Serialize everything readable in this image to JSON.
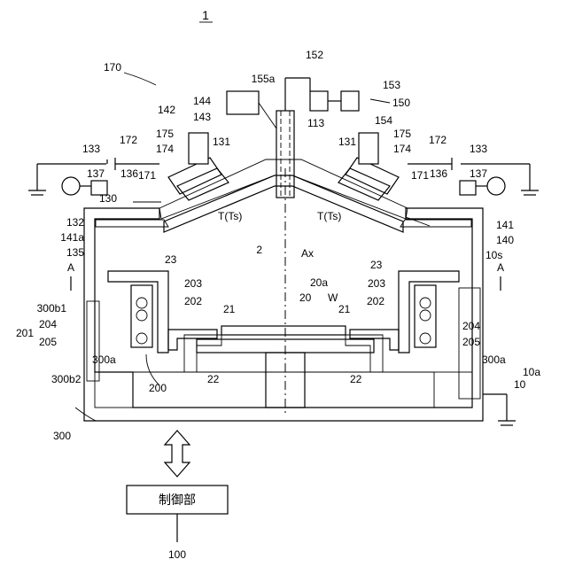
{
  "figure": {
    "number": "1",
    "controller_label": "制御部",
    "labels": [
      {
        "id": "l170",
        "text": "170"
      },
      {
        "id": "l152",
        "text": "152"
      },
      {
        "id": "l155a",
        "text": "155a"
      },
      {
        "id": "l153",
        "text": "153"
      },
      {
        "id": "l150",
        "text": "150"
      },
      {
        "id": "l144",
        "text": "144"
      },
      {
        "id": "l142",
        "text": "142"
      },
      {
        "id": "l143",
        "text": "143"
      },
      {
        "id": "l113",
        "text": "113"
      },
      {
        "id": "l154",
        "text": "154"
      },
      {
        "id": "l175L",
        "text": "175"
      },
      {
        "id": "l172L",
        "text": "172"
      },
      {
        "id": "l174L",
        "text": "174"
      },
      {
        "id": "l131L",
        "text": "131"
      },
      {
        "id": "l131R",
        "text": "131"
      },
      {
        "id": "l175R",
        "text": "175"
      },
      {
        "id": "l172R",
        "text": "172"
      },
      {
        "id": "l174R",
        "text": "174"
      },
      {
        "id": "l133L",
        "text": "133"
      },
      {
        "id": "l137L",
        "text": "137"
      },
      {
        "id": "l136L",
        "text": "136"
      },
      {
        "id": "l171L",
        "text": "171"
      },
      {
        "id": "l171R",
        "text": "171"
      },
      {
        "id": "l133R",
        "text": "133"
      },
      {
        "id": "l136R",
        "text": "136"
      },
      {
        "id": "l137R",
        "text": "137"
      },
      {
        "id": "l130",
        "text": "130"
      },
      {
        "id": "l132",
        "text": "132"
      },
      {
        "id": "l141a",
        "text": "141a"
      },
      {
        "id": "l135",
        "text": "135"
      },
      {
        "id": "lTL",
        "text": "T(Ts)"
      },
      {
        "id": "lTR",
        "text": "T(Ts)"
      },
      {
        "id": "l141",
        "text": "141"
      },
      {
        "id": "l140",
        "text": "140"
      },
      {
        "id": "l10s",
        "text": "10s"
      },
      {
        "id": "l2",
        "text": "2"
      },
      {
        "id": "lAx",
        "text": "Ax"
      },
      {
        "id": "l23L",
        "text": "23"
      },
      {
        "id": "l23R",
        "text": "23"
      },
      {
        "id": "lAL",
        "text": "A"
      },
      {
        "id": "lAR",
        "text": "A"
      },
      {
        "id": "l203L",
        "text": "203"
      },
      {
        "id": "l203R",
        "text": "203"
      },
      {
        "id": "l20a",
        "text": "20a"
      },
      {
        "id": "l20",
        "text": "20"
      },
      {
        "id": "lW",
        "text": "W"
      },
      {
        "id": "l300b1",
        "text": "300b1"
      },
      {
        "id": "l202L",
        "text": "202"
      },
      {
        "id": "l202R",
        "text": "202"
      },
      {
        "id": "l204L",
        "text": "204"
      },
      {
        "id": "l204R",
        "text": "204"
      },
      {
        "id": "l201",
        "text": "201"
      },
      {
        "id": "l205L",
        "text": "205"
      },
      {
        "id": "l205R",
        "text": "205"
      },
      {
        "id": "l21L",
        "text": "21"
      },
      {
        "id": "l21R",
        "text": "21"
      },
      {
        "id": "l300aL",
        "text": "300a"
      },
      {
        "id": "l300aR",
        "text": "300a"
      },
      {
        "id": "l10a",
        "text": "10a"
      },
      {
        "id": "l300b2",
        "text": "300b2"
      },
      {
        "id": "l22L",
        "text": "22"
      },
      {
        "id": "l22R",
        "text": "22"
      },
      {
        "id": "l10",
        "text": "10"
      },
      {
        "id": "l200",
        "text": "200"
      },
      {
        "id": "l300",
        "text": "300"
      },
      {
        "id": "l100",
        "text": "100"
      }
    ]
  }
}
